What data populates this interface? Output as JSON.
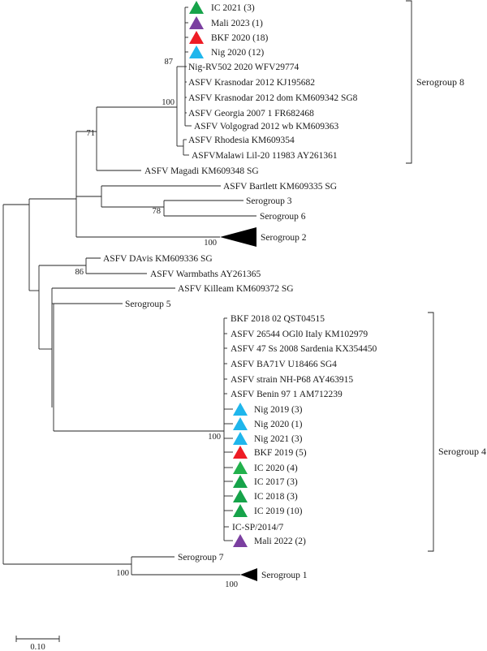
{
  "tree": {
    "scale_bar_label": "0.10",
    "bootstrap": {
      "n87": "87",
      "n100a": "100",
      "n71": "71",
      "n78": "78",
      "n100sg2": "100",
      "n86": "86",
      "n100sg4": "100",
      "n100sg7": "100",
      "n100sg1": "100"
    },
    "taxa": {
      "ic2021": "IC 2021 (3)",
      "mali2023": "Mali 2023 (1)",
      "bkf2020": "BKF 2020 (18)",
      "nig2020a": "Nig 2020 (12)",
      "nigrv502": "Nig-RV502 2020 WFV29774",
      "krasnodar": "ASFV Krasnodar 2012 KJ195682",
      "krasnodardom": "ASFV Krasnodar 2012 dom KM609342 SG8",
      "georgia": "ASFV Georgia 2007 1 FR682468",
      "volgograd": "ASFV Volgograd 2012 wb KM609363",
      "rhodesia": "ASFV Rhodesia KM609354",
      "malawi": "ASFVMalawi Lil-20 11983 AY261361",
      "magadi": "ASFV Magadi KM609348 SG",
      "bartlett": "ASFV Bartlett KM609335 SG",
      "sg3": "Serogroup 3",
      "sg6": "Serogroup 6",
      "sg2": "Serogroup 2",
      "davis": "ASFV DAvis KM609336 SG",
      "warmbaths": "ASFV Warmbaths AY261365",
      "killeam": "ASFV Killeam KM609372 SG",
      "sg5": "Serogroup 5",
      "bkf2018": "BKF 2018 02 QST04515",
      "italy": "ASFV 26544 OGl0 Italy KM102979",
      "sardenia": "ASFV 47 Ss 2008 Sardenia KX354450",
      "ba71v": "ASFV BA71V U18466 SG4",
      "nhp68": "ASFV strain NH-P68 AY463915",
      "benin": "ASFV Benin 97 1 AM712239",
      "nig2019": "Nig 2019 (3)",
      "nig2020b": "Nig 2020 (1)",
      "nig2021": "Nig 2021 (3)",
      "bkf2019": "BKF 2019 (5)",
      "ic2020": "IC 2020 (4)",
      "ic2017": "IC 2017 (3)",
      "ic2018": "IC 2018 (3)",
      "ic2019": "IC 2019 (10)",
      "icsp": "IC-SP/2014/7",
      "mali2022": "Mali 2022 (2)",
      "sg7": "Serogroup 7",
      "sg1": "Serogroup 1"
    },
    "groups": {
      "sg8": "Serogroup 8",
      "sg4": "Serogroup 4"
    },
    "colors": {
      "green": "#16a34a",
      "purple": "#7b3fa0",
      "red": "#ee1c25",
      "cyan": "#1fb6ec",
      "black": "#000000"
    }
  }
}
